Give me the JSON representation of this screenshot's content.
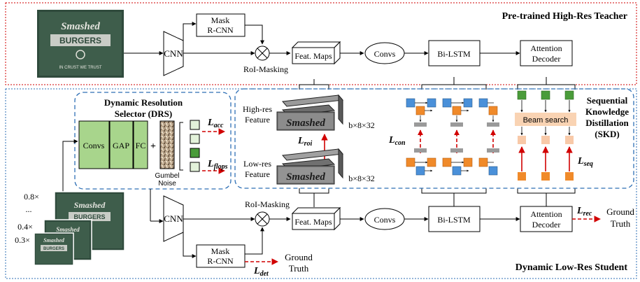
{
  "colors": {
    "red_dashed": "#d10000",
    "blue_dashed": "#2e6fb5",
    "conv_green": "#a8d58c",
    "orange": "#f08a2a",
    "blue": "#4a90d9",
    "green": "#4a9c3a",
    "peach": "#f8c9a8",
    "beam_box": "#f9d3b3"
  },
  "teacher": {
    "section_title": "Pre-trained High-Res Teacher",
    "cnn": "CNN",
    "mask_rcnn_line1": "Mask",
    "mask_rcnn_line2": "R-CNN",
    "roi_masking": "RoI-Masking",
    "feat_maps": "Feat. Maps",
    "convs": "Convs",
    "bilstm": "Bi-LSTM",
    "attention_line1": "Attention",
    "attention_line2": "Decoder",
    "image_text_line1": "Smashed",
    "image_text_line2": "BURGERS",
    "image_text_line3": "IN CRUST WE TRUST"
  },
  "drs": {
    "title_line1": "Dynamic Resolution",
    "title_line2": "Selector (DRS)",
    "convs": "Convs",
    "gap": "GAP",
    "fc": "FC",
    "plus": "+",
    "gumbel_line1": "Gumbel",
    "gumbel_line2": "Noise",
    "l_acc_base": "L",
    "l_acc_sub": "acc",
    "l_flops_base": "L",
    "l_flops_sub": "flops"
  },
  "skd": {
    "title_line1": "Sequential",
    "title_line2": "Knowledge",
    "title_line3": "Distillation",
    "title_line4": "(SKD)",
    "highres_line1": "High-res",
    "highres_line2": "Feature",
    "lowres_line1": "Low-res",
    "lowres_line2": "Feature",
    "dims_high": "b×8×32",
    "dims_low": "b×8×32",
    "l_roi_base": "L",
    "l_roi_sub": "roi",
    "l_con_base": "L",
    "l_con_sub": "con",
    "l_seq_base": "L",
    "l_seq_sub": "seq",
    "beam_search": "Beam search",
    "feature_text": "Smashed"
  },
  "student": {
    "section_title": "Dynamic Low-Res Student",
    "scales": [
      "0.8×",
      "...",
      "0.4×",
      "0.3×"
    ],
    "cnn": "CNN",
    "roi_masking": "RoI-Masking",
    "feat_maps": "Feat. Maps",
    "convs": "Convs",
    "bilstm": "Bi-LSTM",
    "attention_line1": "Attention",
    "attention_line2": "Decoder",
    "mask_rcnn_line1": "Mask",
    "mask_rcnn_line2": "R-CNN",
    "l_rec_base": "L",
    "l_rec_sub": "rec",
    "l_det_base": "L",
    "l_det_sub": "det",
    "gt_rec_line1": "Ground",
    "gt_rec_line2": "Truth",
    "gt_det_line1": "Ground",
    "gt_det_line2": "Truth"
  }
}
